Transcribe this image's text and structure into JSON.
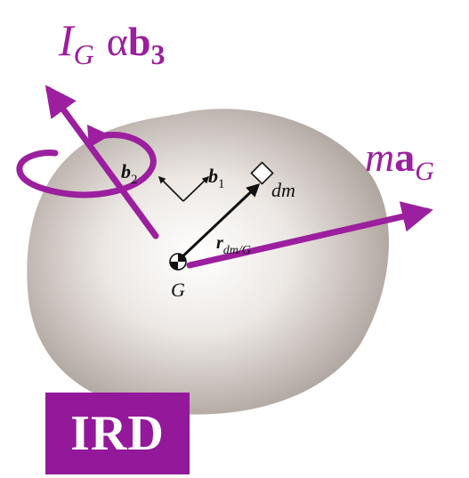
{
  "diagram": {
    "labels": {
      "ig_main": "I",
      "ig_sub": "G",
      "alpha": "α",
      "b3_main": "b",
      "b3_sub": "3",
      "b1_main": "b",
      "b1_sub": "1",
      "b2_main": "b",
      "b2_sub": "2",
      "dm": "dm",
      "r_main": "r",
      "r_sub": "dm/G",
      "g_point": "G",
      "ma_m": "m",
      "ma_a": "a",
      "ma_sub": "G"
    },
    "badge": {
      "label": "IRD"
    },
    "colors": {
      "accent": "#9b1f9e",
      "badge": "#93189a",
      "body_light": "#ffffff",
      "body_dark": "#a99e98",
      "vector": "#111111"
    }
  }
}
